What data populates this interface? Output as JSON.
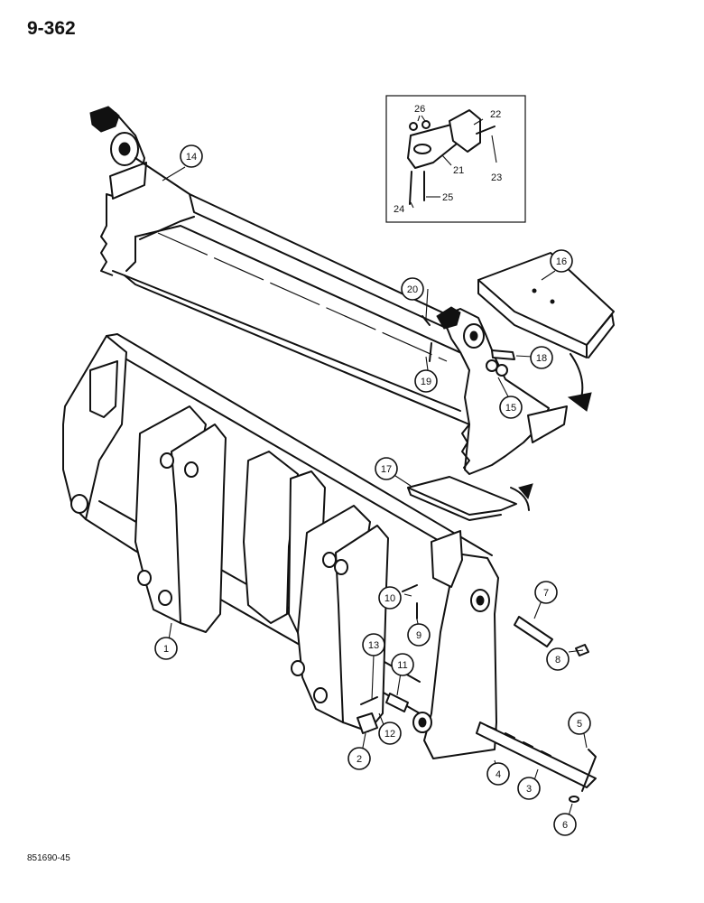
{
  "page_number": "9-362",
  "drawing_code": "851690-45",
  "inset_labels": {
    "l26": "26",
    "l22": "22",
    "l21": "21",
    "l23": "23",
    "l24": "24",
    "l25": "25"
  },
  "callouts": {
    "c1": "1",
    "c2": "2",
    "c3": "3",
    "c4": "4",
    "c5": "5",
    "c6": "6",
    "c7": "7",
    "c8": "8",
    "c9": "9",
    "c10": "10",
    "c11": "11",
    "c12": "12",
    "c13": "13",
    "c14": "14",
    "c15": "15",
    "c16": "16",
    "c17": "17",
    "c18": "18",
    "c19": "19",
    "c20": "20"
  }
}
